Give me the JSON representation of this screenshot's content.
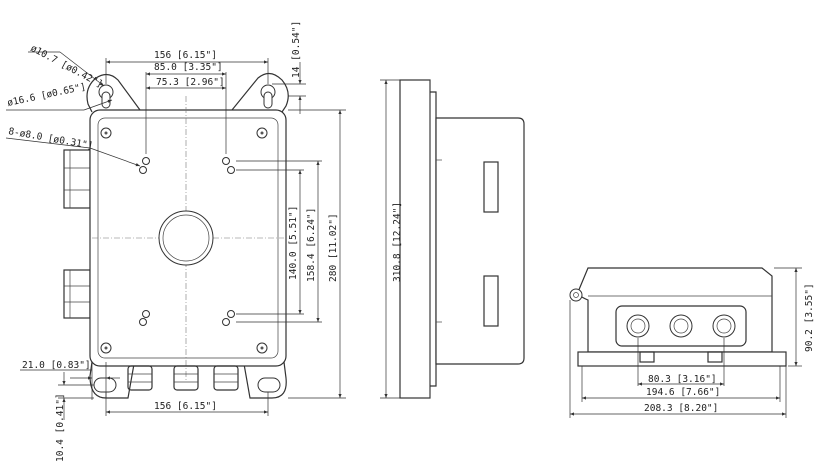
{
  "dimensions": {
    "hole_10_7": "ø10.7 [ø0.42\"]",
    "hole_16_6": "ø16.6 [ø0.65\"]",
    "holes_8x8": "8-ø8.0 [ø0.31\"]",
    "width_top_156": "156 [6.15\"]",
    "width_85": "85.0 [3.35\"]",
    "width_75_3": "75.3 [2.96\"]",
    "ear_14": "14 [0.54\"]",
    "height_140": "140.0 [5.51\"]",
    "height_158_4": "158.4 [6.24\"]",
    "height_280": "280 [11.02\"]",
    "offset_21": "21.0 [0.83\"]",
    "width_bottom_156": "156 [6.15\"]",
    "offset_10_4": "10.4 [0.41\"]",
    "side_height_310_8": "310.8 [12.24\"]",
    "bottom_height_90_2": "90.2 [3.55\"]",
    "bottom_80_3": "80.3 [3.16\"]",
    "bottom_194_6": "194.6 [7.66\"]",
    "bottom_208_3": "208.3 [8.20\"]"
  }
}
